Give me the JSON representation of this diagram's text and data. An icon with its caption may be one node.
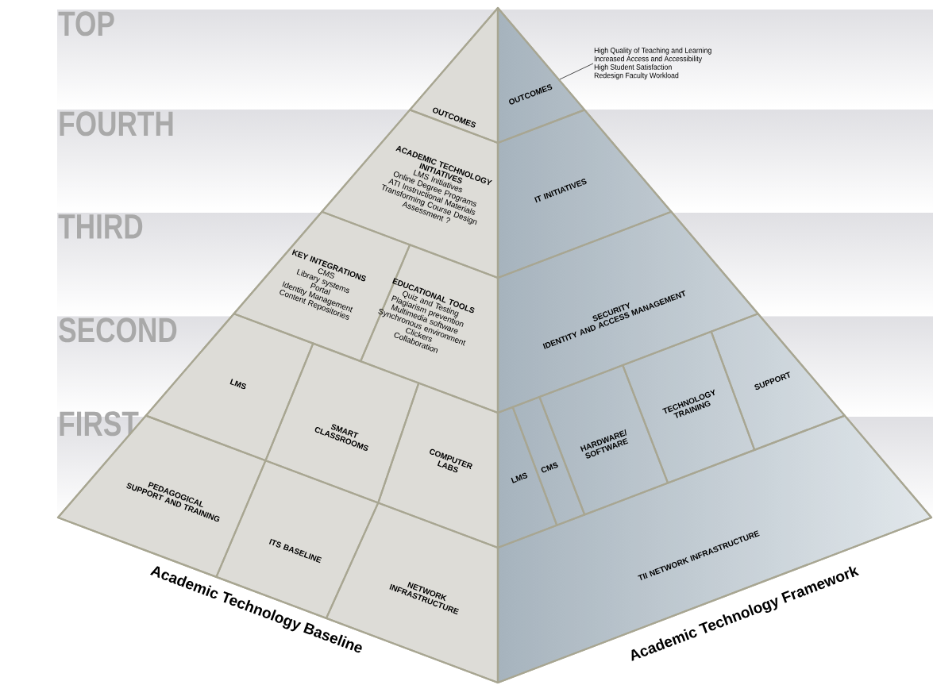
{
  "diagram": {
    "nodes": [
      {
        "text": [
          "OUTCOMES"
        ]
      },
      {
        "text": [
          "ACADEMIC TECHNOLOGY INITIATIVES",
          "LMS Initiatives",
          "Online Degree Programs",
          "ATI Instructional Materials",
          "Transforming Course Design",
          "Assessment ?"
        ]
      },
      {
        "text": [
          "KEY INTEGRATIONS",
          "CMS",
          "Library systems",
          "Portal",
          "Identity Management",
          "Content Repositories"
        ]
      },
      {
        "text": [
          "EDUCATIONAL TOOLS",
          "Quiz and Testing",
          "Plagiarism prevention",
          "Multimedia software",
          "Synchronous environment",
          "Clickers",
          "Collaboration"
        ]
      },
      {
        "text": [
          "LMS"
        ]
      },
      {
        "text": [
          "SMART CLASSROOMS"
        ]
      },
      {
        "text": [
          "COMPUTER LABS"
        ]
      },
      {
        "text": [
          "PEDAGOGICAL SUPPORT AND TRAINING"
        ]
      },
      {
        "text": [
          "ITS BASELINE"
        ]
      },
      {
        "text": [
          "NETWORK INFRASTRUCTURE"
        ]
      },
      {
        "text": [
          "OUTCOMES"
        ]
      },
      {
        "text": [
          "IT INITIATIVES"
        ]
      },
      {
        "text": [
          "SECURITY",
          "IDENTITY AND ACCESS MANAGEMENT"
        ]
      },
      {
        "text": [
          "LMS"
        ]
      },
      {
        "text": [
          "CMS"
        ]
      },
      {
        "text": [
          "HARDWARE/ SOFTWARE"
        ]
      },
      {
        "text": [
          "TECHNOLOGY TRAINING"
        ]
      },
      {
        "text": [
          "SUPPORT"
        ]
      },
      {
        "text": [
          "TII NETWORK INFRASTRUCTURE"
        ]
      },
      {
        "text": [
          "High Quality of Teaching and Learning",
          "Increased Access and Accessibility",
          "High Student Satisfaction",
          "Redesign Faculty Workload"
        ]
      }
    ],
    "edges": [
      {
        "from": 19,
        "to": 10,
        "arrow": "none"
      }
    ],
    "labels": [
      "TOP",
      "FOURTH",
      "THIRD",
      "SECOND",
      "FIRST",
      "Academic Technology Baseline",
      "Academic Technology Framework"
    ]
  }
}
